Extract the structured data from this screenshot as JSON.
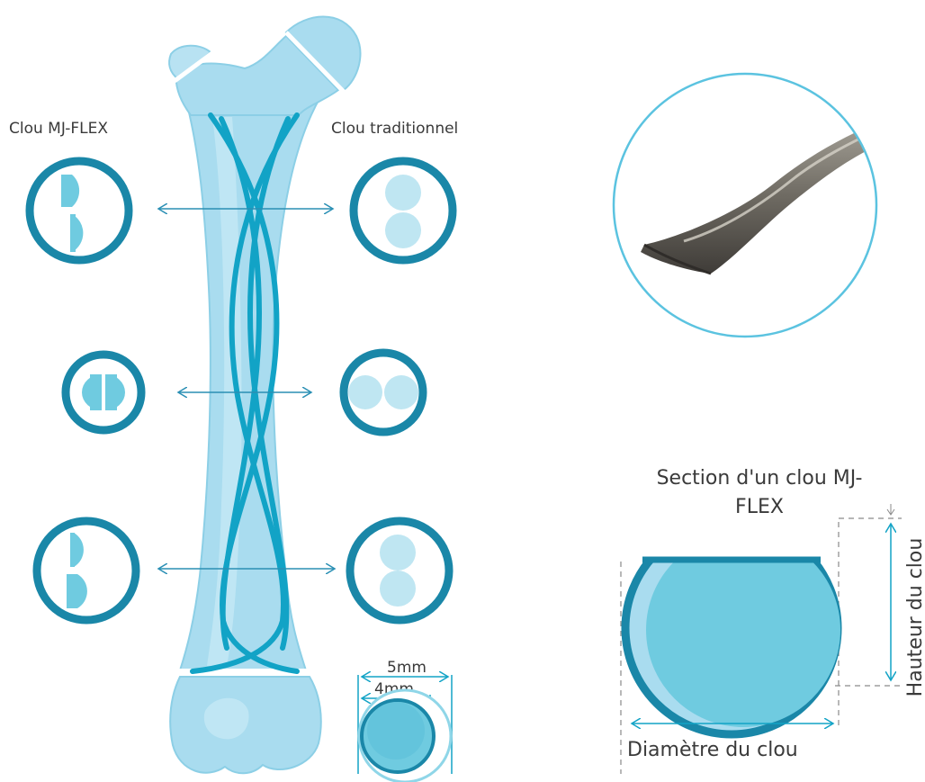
{
  "labels": {
    "mjflex": "Clou MJ-FLEX",
    "traditional": "Clou traditionnel",
    "section_line1": "Section d'un clou MJ-",
    "section_line2": "FLEX",
    "height": "Hauteur du clou",
    "diameter": "Diamètre du clou",
    "dim_5mm": "5mm",
    "dim_4mm": "4mm"
  },
  "colors": {
    "bone_fill": "#a9dcef",
    "bone_fill_light": "#c4e8f5",
    "bone_edge": "#8ccfe6",
    "nail_stroke": "#12a3c6",
    "ring_dark": "#1a87a8",
    "ring_mid": "#2aa4c6",
    "section_fill": "#6fcbe0",
    "trad_fill": "#bfe6f2",
    "arrow": "#2a8fb4",
    "dashed": "#8a8a8a",
    "text": "#3a3a3a"
  },
  "icons": {
    "bone": "femur-bone-icon",
    "nail_tip": "nail-tip-photo-icon"
  }
}
